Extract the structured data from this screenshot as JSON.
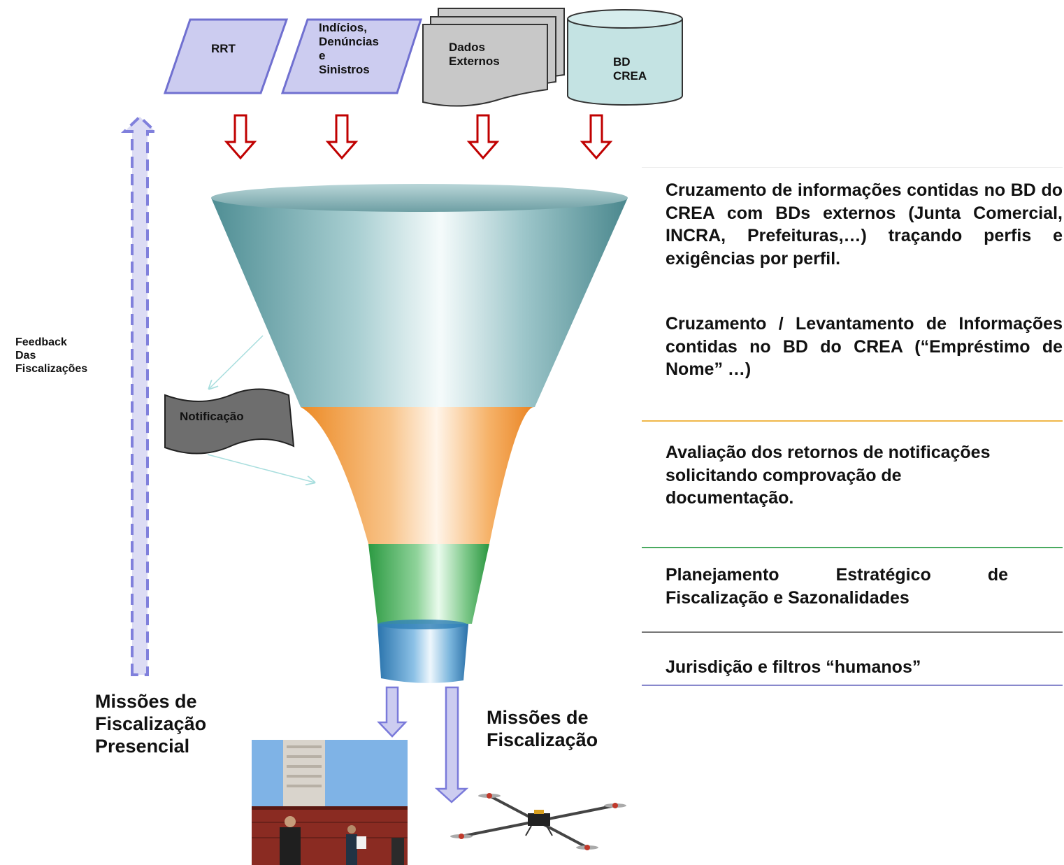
{
  "sources": [
    {
      "id": "rrt",
      "label": "RRT"
    },
    {
      "id": "indicios",
      "label": "Indícios,\nDenúncias\ne\nSinistros"
    },
    {
      "id": "dados-externos",
      "label": "Dados\nExternos"
    },
    {
      "id": "bd-crea",
      "label": "BD\nCREA"
    }
  ],
  "feedback_label": "Feedback\nDas\nFiscalizações",
  "notificacao_label": "Notificação",
  "missions_presencial": "Missões de\nFiscalização\nPresencial",
  "missions_remote": "Missões de\nFiscalização",
  "descriptions": {
    "stage1_a": "Cruzamento de informações contidas no BD do CREA com BDs externos (Junta Comercial, INCRA, Prefeituras,…) traçando perfis e exigências por perfil.",
    "stage1_b": "Cruzamento / Levantamento de Informações contidas no BD do CREA (“Empréstimo de Nome” …)",
    "stage2": "Avaliação dos retornos de notificações solicitando comprovação de documentação.",
    "stage3": "Planejamento Estratégico de Fiscalização e Sazonalidades",
    "stage4": "Jurisdição e filtros “humanos”"
  },
  "colors": {
    "parallelogram_fill": "#ccccf0",
    "parallelogram_stroke": "#7070d0",
    "document_fill": "#c8c8c8",
    "database_fill": "#c4e3e3",
    "red_arrow": "#c00000",
    "feedback_arrow": "#9090e0",
    "funnel_teal": "#6aa3a8",
    "funnel_orange": "#f29a3c",
    "funnel_green": "#3daa52",
    "funnel_blue": "#3a88c0",
    "separator_orange": "#f0b84a",
    "separator_green": "#4aaa60",
    "separator_gray": "#777777",
    "separator_purple": "#8888cc"
  }
}
